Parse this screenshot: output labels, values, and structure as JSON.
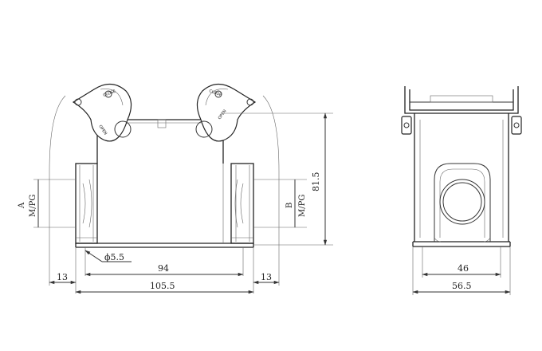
{
  "front_view": {
    "dims": {
      "hole": "ϕ5.5",
      "width_inner": "94",
      "width_overall": "105.5",
      "left_offset": "13",
      "right_offset": "13",
      "height": "81.5"
    },
    "labels": {
      "entry_a": "A",
      "entry_a_thread": "M/PG",
      "entry_b": "B",
      "entry_b_thread": "M/PG",
      "lever_left_close": "CLOSE",
      "lever_left_open": "OPEN",
      "lever_right_close": "CLOSE",
      "lever_right_open": "OPEN"
    }
  },
  "side_view": {
    "dims": {
      "base_inner": "46",
      "base_overall": "56.5"
    }
  }
}
